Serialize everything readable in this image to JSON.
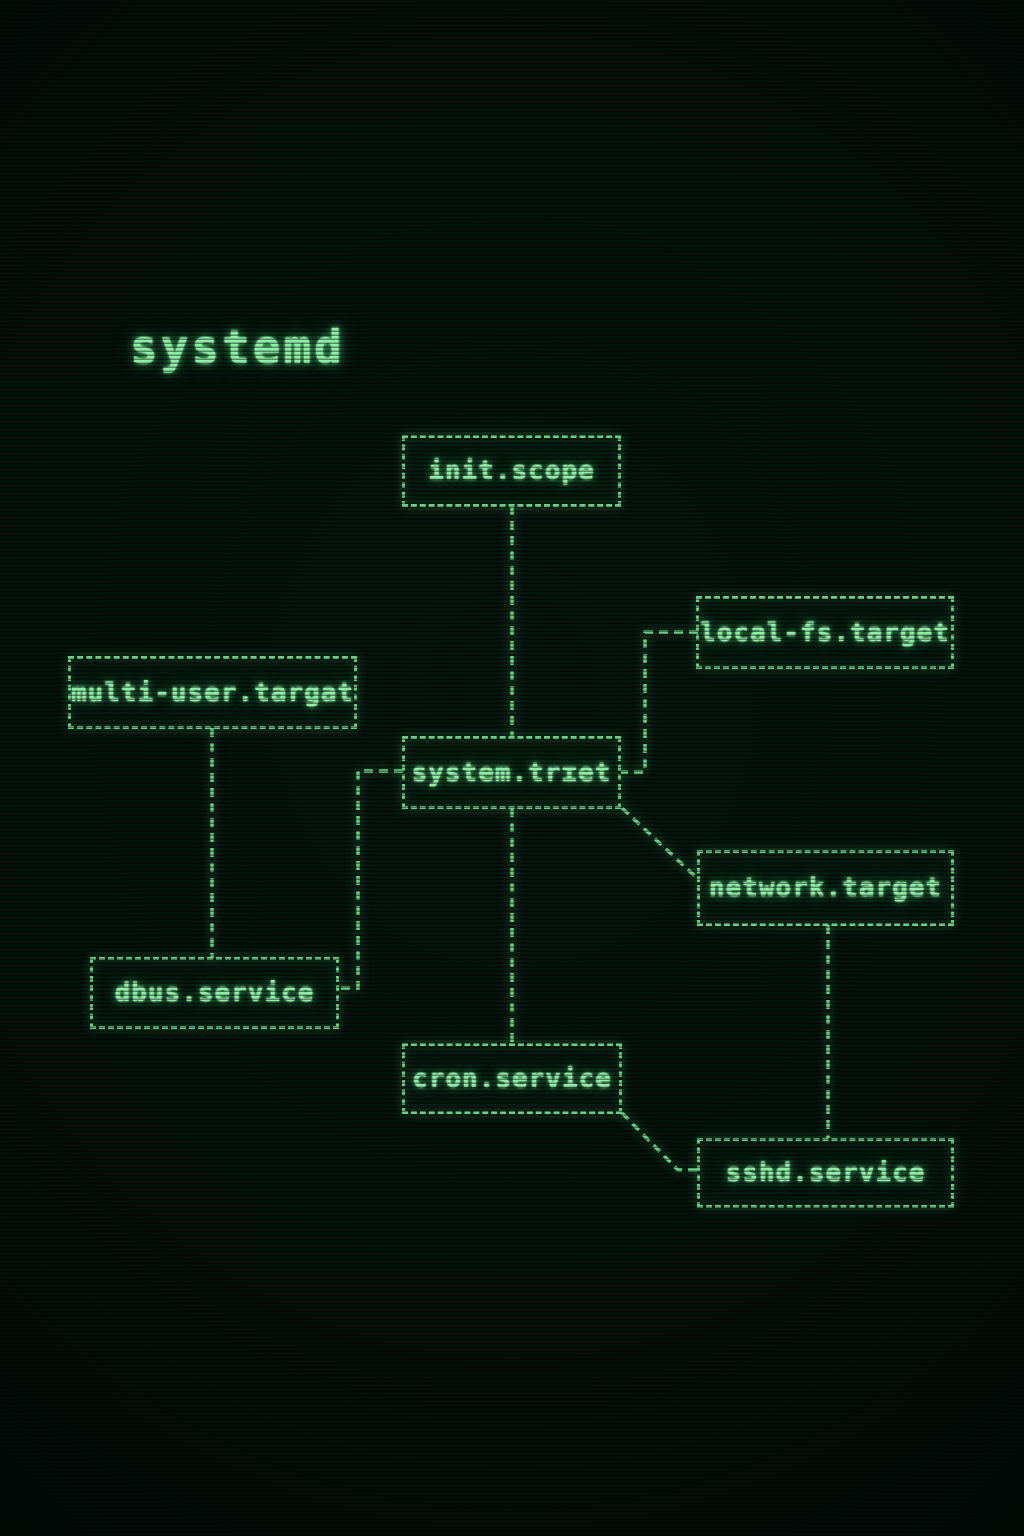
{
  "title": "systemd",
  "theme": {
    "phosphor_bright": "#8df0a5",
    "phosphor_line": "#66cf82",
    "background": "#04100a"
  },
  "diagram": {
    "nodes": [
      {
        "id": "init-scope",
        "label": "init.scope"
      },
      {
        "id": "local-fs-target",
        "label": "local-fs.target"
      },
      {
        "id": "multi-user-target",
        "label": "multi-user.targat"
      },
      {
        "id": "system-triet",
        "label": "system.trɪet"
      },
      {
        "id": "network-target",
        "label": "network.target"
      },
      {
        "id": "dbus-service",
        "label": "dbus.service"
      },
      {
        "id": "cron-service",
        "label": "cron.service"
      },
      {
        "id": "sshd-service",
        "label": "sshd.service"
      }
    ],
    "edges": [
      {
        "from": "init.scope",
        "to": "system.trɪet"
      },
      {
        "from": "system.trɪet",
        "to": "local-fs.target"
      },
      {
        "from": "system.trɪet",
        "to": "dbus.service"
      },
      {
        "from": "system.trɪet",
        "to": "cron.service"
      },
      {
        "from": "system.trɪet",
        "to": "network.target"
      },
      {
        "from": "multi-user.targat",
        "to": "dbus.service"
      },
      {
        "from": "network.target",
        "to": "sshd.service"
      },
      {
        "from": "cron.service",
        "to": "sshd.service"
      }
    ]
  }
}
